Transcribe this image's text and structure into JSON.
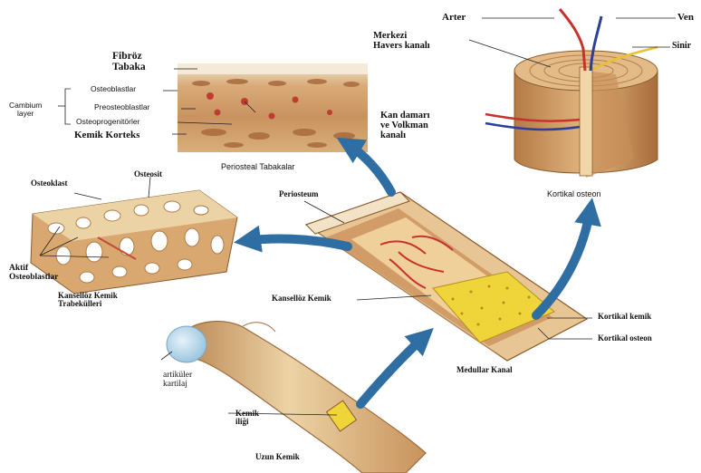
{
  "labels": {
    "fibroz_tabaka": "Fibröz\nTabaka",
    "osteoblastlar": "Osteoblastlar",
    "preosteoblastlar": "Preosteoblastlar",
    "osteoprogenitorler": "Osteoprogenitörler",
    "cambium_layer": "Cambium\nlayer",
    "kemik_korteks": "Kemik Korteks",
    "periosteal_tabakalar": "Periosteal Tabakalar",
    "arter": "Arter",
    "ven": "Ven",
    "sinir": "Sinir",
    "merkezi_havers": "Merkezi\nHavers kanalı",
    "kan_damari": "Kan damarı\nve Volkman\nkanalı",
    "kortikal_osteon_top": "Kortikal osteon",
    "osteoklast": "Osteoklast",
    "osteosit": "Osteosit",
    "aktif_osteoblastlar": "Aktif\nOsteoblastlar",
    "kanselloz_trabekulleri": "Kansellöz Kemik\nTrabekülleri",
    "periosteum": "Periosteum",
    "kanselloz_kemik": "Kansellöz Kemik",
    "kortikal_kemik": "Kortikal kemik",
    "kortikal_osteon": "Kortikal osteon",
    "medullar_kanal": "Medullar Kanal",
    "artikuler_kartilaj": "artiküler\nkartilaj",
    "kemik_iligi": "Kemik\niliği",
    "uzun_kemik": "Uzun Kemik"
  },
  "colors": {
    "bone_light": "#ecd3a6",
    "bone_mid": "#d9a870",
    "bone_dark": "#a8703f",
    "marrow_yellow": "#f0d53a",
    "arrow_blue": "#2f6ea3",
    "artery_red": "#c8322d",
    "vein_blue": "#2c3f9a",
    "nerve_yellow": "#e9c234",
    "cartilage_blue": "#b9d9ec"
  }
}
